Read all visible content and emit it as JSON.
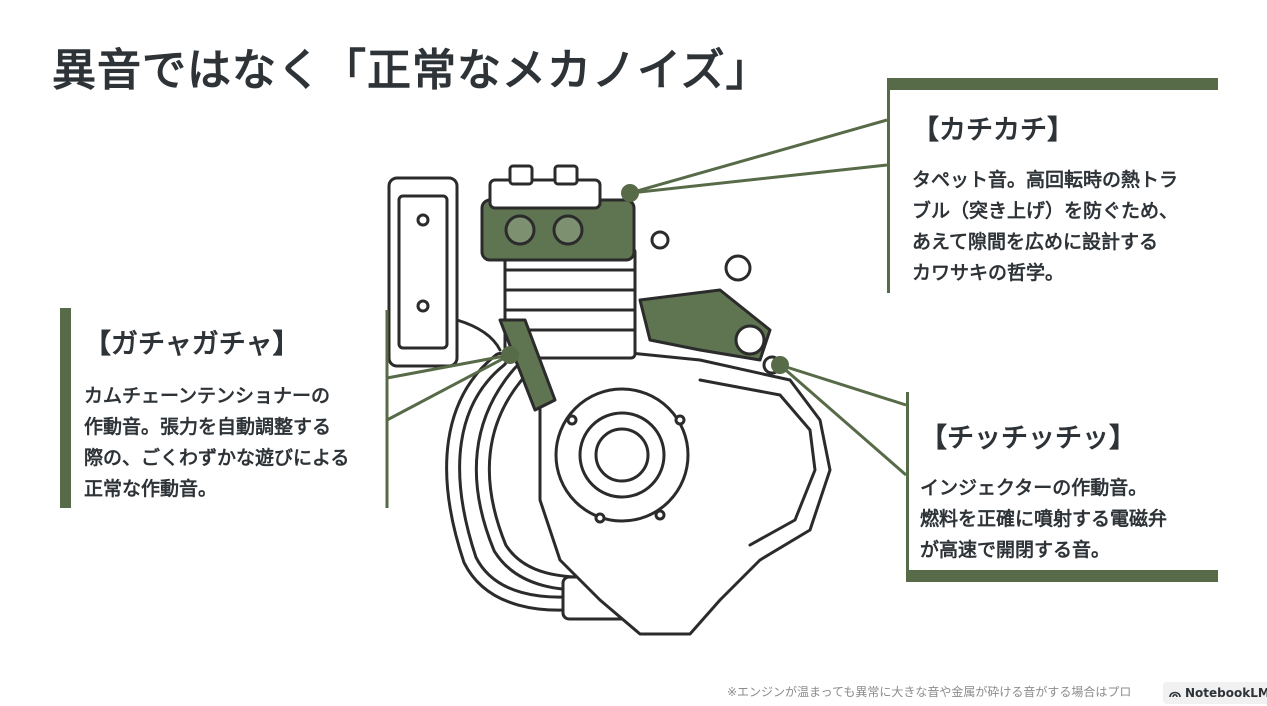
{
  "title": "異音ではなく「正常なメカノイズ」",
  "callouts": {
    "tappet": {
      "heading": "【カチカチ】",
      "body": "タペット音。高回転時の熱トラ\nブル（突き上げ）を防ぐため、\nあえて隙間を広めに設計する\nカワサキの哲学。"
    },
    "chain": {
      "heading": "【ガチャガチャ】",
      "body": "カムチェーンテンショナーの\n作動音。張力を自動調整する\n際の、ごくわずかな遊びによる\n正常な作動音。"
    },
    "injector": {
      "heading": "【チッチッチッ】",
      "body": "インジェクターの作動音。\n燃料を正確に噴射する電磁弁\nが高速で開閉する音。"
    }
  },
  "footnote": "※エンジンが温まっても異常に大きな音や金属が砕ける音がする場合はプロ",
  "badge": {
    "label": "NotebookLM",
    "icon": "notebooklm-logo-icon"
  },
  "colors": {
    "accent": "#586b48",
    "highlight": "#5f7552",
    "line": "#2b2b2b",
    "text": "#2e3338"
  }
}
